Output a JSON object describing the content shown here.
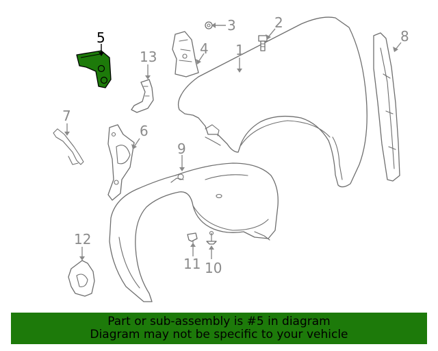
{
  "callouts": [
    {
      "id": "1",
      "text": "1"
    },
    {
      "id": "2",
      "text": "2"
    },
    {
      "id": "3",
      "text": "3"
    },
    {
      "id": "4",
      "text": "4"
    },
    {
      "id": "5",
      "text": "5",
      "highlight": true
    },
    {
      "id": "6",
      "text": "6"
    },
    {
      "id": "7",
      "text": "7"
    },
    {
      "id": "8",
      "text": "8"
    },
    {
      "id": "9",
      "text": "9"
    },
    {
      "id": "10",
      "text": "10"
    },
    {
      "id": "11",
      "text": "11"
    },
    {
      "id": "12",
      "text": "12"
    },
    {
      "id": "13",
      "text": "13"
    }
  ],
  "banner": {
    "line1": "Part or sub-assembly is #5 in diagram",
    "line2": "Diagram may not be specific to your vehicle"
  },
  "colors": {
    "highlight_part": "#1d7a0a",
    "banner_bg": "#1d7a0a",
    "line_art": "#6e6e6e",
    "callout_text": "#8a8a8a"
  }
}
